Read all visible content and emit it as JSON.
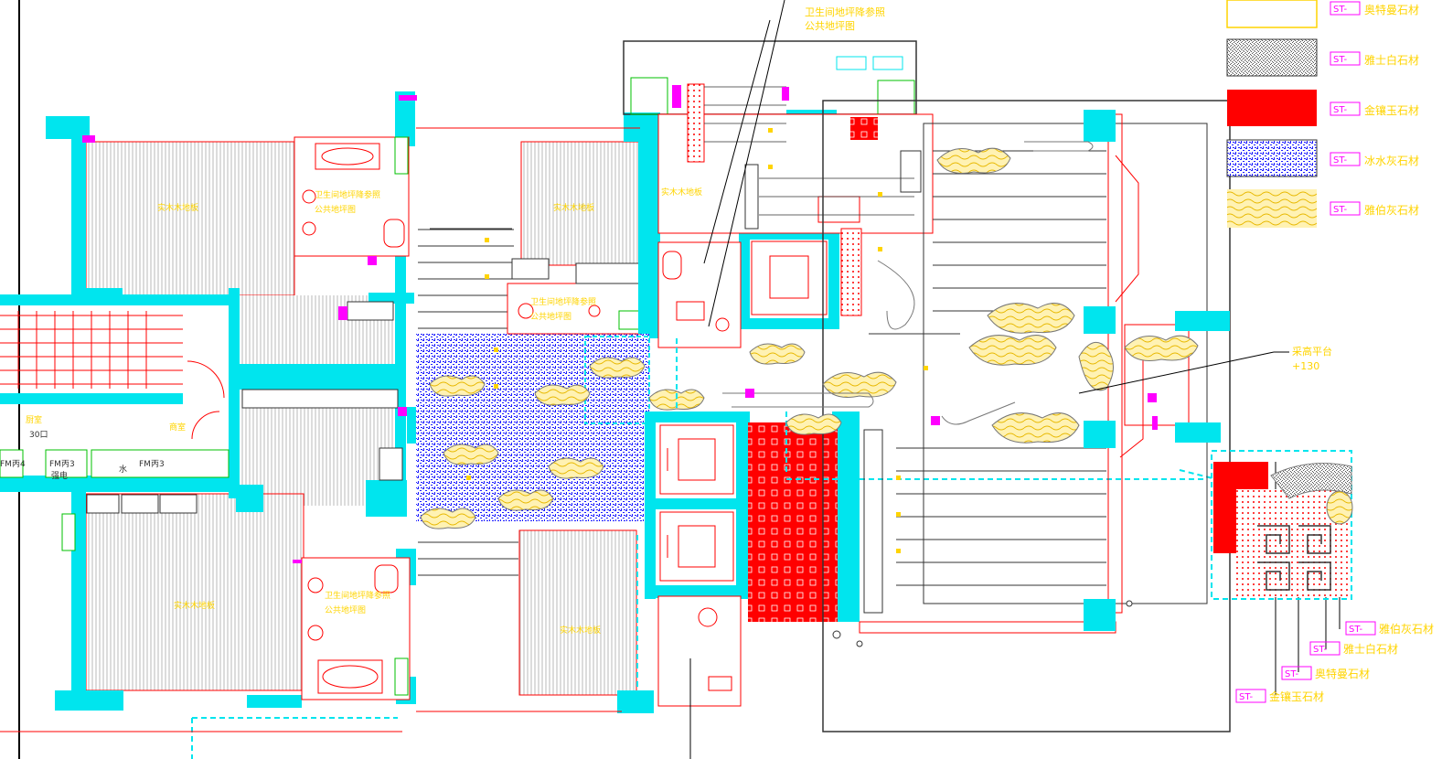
{
  "colors": {
    "wall": "#00e5ee",
    "redline": "#ff0000",
    "magenta": "#ff00ff",
    "yellow": "#ffd400",
    "blue_stone": "#1a1aff",
    "green": "#00c000",
    "dark": "#333333"
  },
  "legend": [
    {
      "code": "ST-",
      "name": "奥特曼石材",
      "swatch": "outline"
    },
    {
      "code": "ST-",
      "name": "雅士白石材",
      "swatch": "grey"
    },
    {
      "code": "ST-",
      "name": "金镶玉石材",
      "swatch": "red"
    },
    {
      "code": "ST-",
      "name": "冰水灰石材",
      "swatch": "blue"
    },
    {
      "code": "ST-",
      "name": "雅伯灰石材",
      "swatch": "gold"
    }
  ],
  "detail_legend": [
    {
      "code": "ST-",
      "name": "雅伯灰石材"
    },
    {
      "code": "ST-",
      "name": "雅士白石材"
    },
    {
      "code": "ST-",
      "name": "奥特曼石材"
    },
    {
      "code": "ST-",
      "name": "金镶玉石材"
    }
  ],
  "notes": {
    "top_note_line1": "卫生间地坪降参照",
    "top_note_line2": "公共地坪图",
    "platform_line1": "采高平台",
    "platform_line2": "+130",
    "bath1_line1": "卫生间地坪降参照",
    "bath1_line2": "公共地坪图",
    "bath2_line1": "卫生间地坪降参照",
    "bath2_line2": "公共地坪图",
    "bath3_line1": "卫生间地坪降参照",
    "bath3_line2": "公共地坪图"
  },
  "room_labels": {
    "room_a": "实木木地板",
    "room_b": "实木木地板",
    "room_c": "实木木地板",
    "room_d": "实木木地板",
    "room_e": "实木木地板"
  },
  "corridor_labels": {
    "fm4": "FM丙4",
    "fm3a": "FM丙3",
    "fm3a_sub": "强电",
    "water": "水",
    "fm3b": "FM丙3",
    "kitchen": "厨室",
    "k_sub": "30口",
    "room_tag": "商室"
  }
}
